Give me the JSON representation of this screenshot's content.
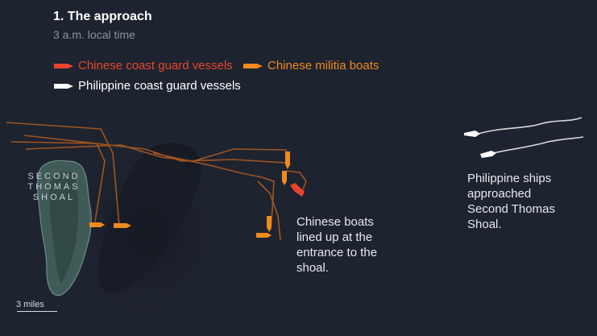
{
  "header": {
    "title": "1. The approach",
    "subtitle": "3 a.m. local time"
  },
  "legend": [
    {
      "label": "Chinese coast guard vessels",
      "color": "#e8452c"
    },
    {
      "label": "Chinese militia boats",
      "color": "#f08a1c"
    },
    {
      "label": "Philippine coast guard vessels",
      "color": "#ffffff"
    }
  ],
  "map": {
    "shoal_label": "SECOND\nTHOMAS\nSHOAL",
    "scale_label": "3 miles"
  },
  "annotations": {
    "chinese_boats": "Chinese boats lined up at the entrance to the shoal.",
    "philippine_ships": "Philippine ships approached Second Thomas Shoal."
  },
  "colors": {
    "background": "#1e2330",
    "track": "#a8581f",
    "philippine_track": "#d9d9d9"
  }
}
